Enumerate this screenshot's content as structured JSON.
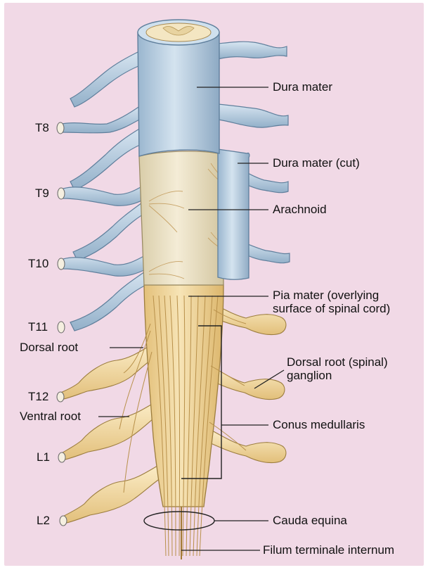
{
  "figure": {
    "background": "#f1d9e6",
    "colors": {
      "dura": "#b9cfe2",
      "dura_edge": "#5f7f9c",
      "arachnoid": "#ece2c7",
      "pia": "#f1d9a3",
      "cord_edge": "#9c7d3e",
      "nerve": "#f3dca3",
      "filament": "#c59c57"
    },
    "labels": {
      "dura_mater": "Dura mater",
      "dura_mater_cut": "Dura mater (cut)",
      "arachnoid": "Arachnoid",
      "pia_mater_line1": "Pia mater (overlying",
      "pia_mater_line2": "surface of spinal cord)",
      "dorsal_ganglion_line1": "Dorsal root (spinal)",
      "dorsal_ganglion_line2": "ganglion",
      "conus_medullaris": "Conus medullaris",
      "cauda_equina": "Cauda equina",
      "filum_terminale": "Filum terminale internum",
      "dorsal_root": "Dorsal root",
      "ventral_root": "Ventral root"
    },
    "levels": [
      "T8",
      "T9",
      "T10",
      "T11",
      "T12",
      "L1",
      "L2"
    ]
  }
}
